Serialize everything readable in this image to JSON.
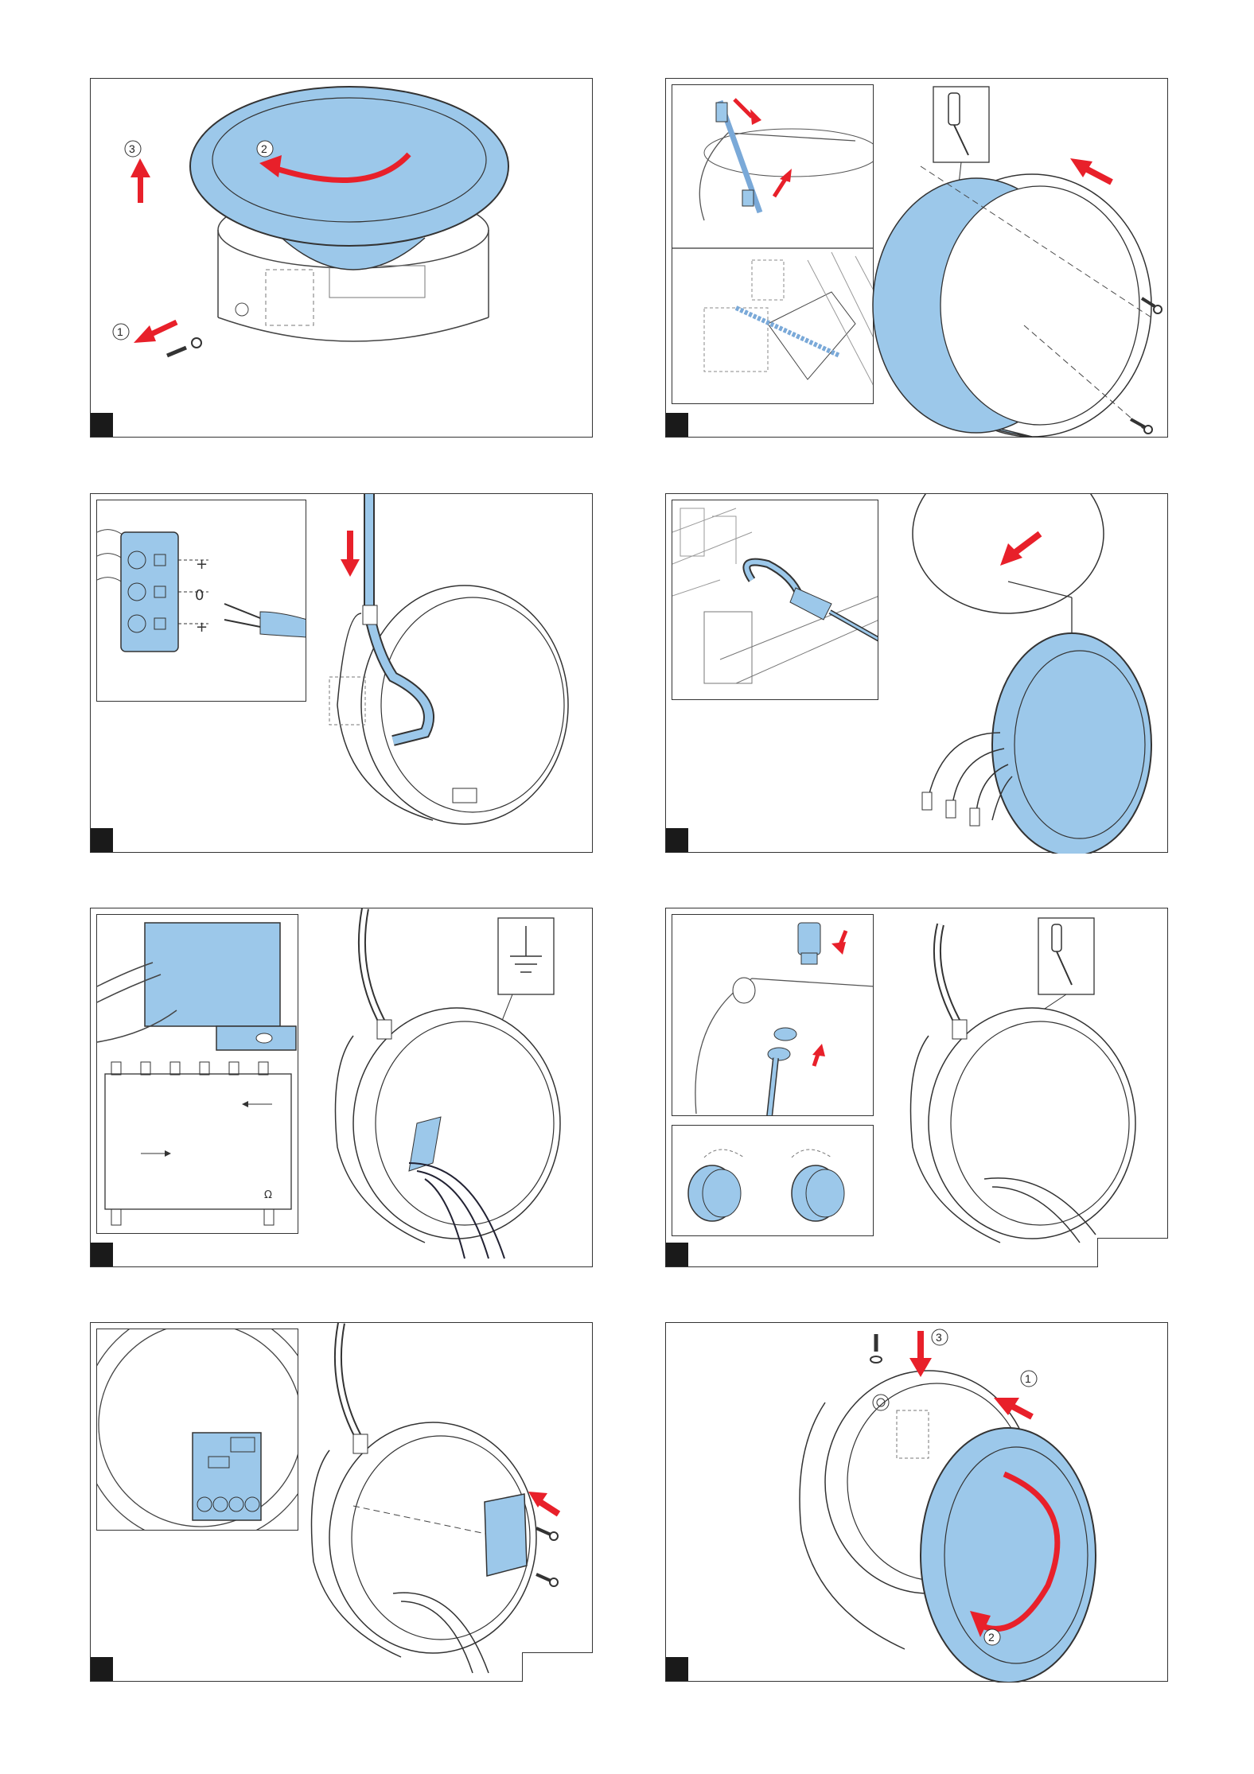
{
  "colors": {
    "blue": "#9cc8ea",
    "arrow": "#e8202a",
    "line": "#333333",
    "corner": "#1a1a1a"
  },
  "panel1": {
    "step1": "1",
    "step2": "2",
    "step3": "3"
  },
  "panel4": {
    "plus": "+",
    "zero": "0",
    "minus": "+"
  },
  "panel5": {
    "ohm": "Ω"
  },
  "panel8": {
    "step1": "1",
    "step2": "2",
    "step3": "3"
  },
  "icons": [
    "arrow-icon",
    "screwdriver-icon",
    "screw-icon",
    "ground-symbol-icon",
    "circuit-board-icon",
    "terminal-block-icon"
  ]
}
